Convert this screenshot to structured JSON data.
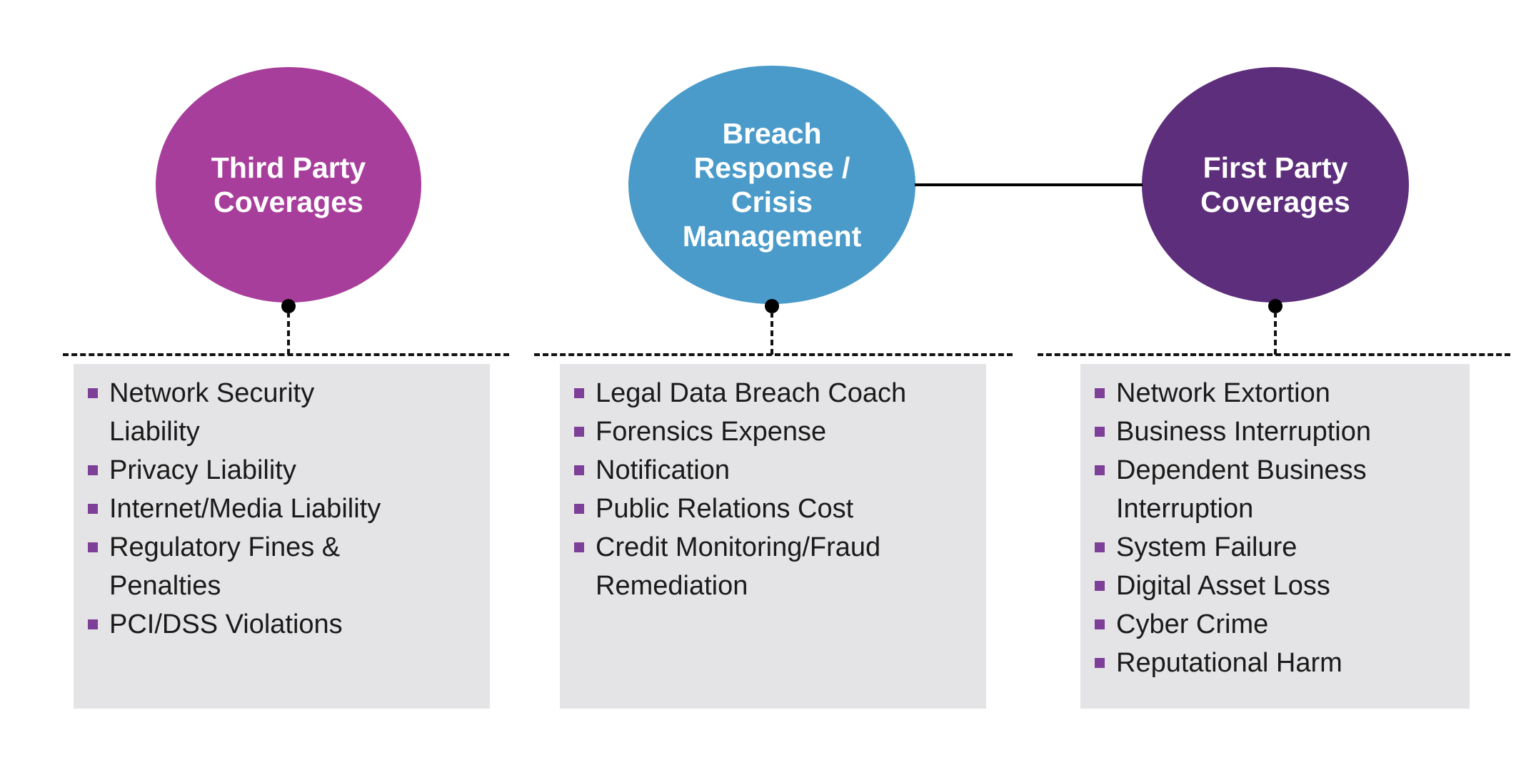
{
  "diagram": {
    "columns": [
      {
        "circle": {
          "label": "Third Party\nCoverages",
          "color": "#A83E9B"
        },
        "items": [
          "Network Security\nLiability",
          "Privacy Liability",
          "Internet/Media Liability",
          "Regulatory Fines &\nPenalties",
          "PCI/DSS Violations"
        ]
      },
      {
        "circle": {
          "label": "Breach\nResponse /\nCrisis\nManagement",
          "color": "#4A9BC9"
        },
        "items": [
          "Legal Data Breach Coach",
          "Forensics Expense",
          "Notification",
          "Public Relations Cost",
          "Credit Monitoring/Fraud\nRemediation"
        ]
      },
      {
        "circle": {
          "label": "First Party\nCoverages",
          "color": "#5D2E7B"
        },
        "items": [
          "Network Extortion",
          "Business Interruption",
          "Dependent Business\nInterruption",
          "System Failure",
          "Digital Asset Loss",
          "Cyber Crime",
          "Reputational Harm"
        ]
      }
    ],
    "colors": {
      "background": "#FFFFFF",
      "list_box_bg": "#E4E4E6",
      "bullet": "#7D3F97",
      "connector": "#000000",
      "list_text": "#1A1A1A",
      "circle_text": "#FFFFFF"
    }
  }
}
